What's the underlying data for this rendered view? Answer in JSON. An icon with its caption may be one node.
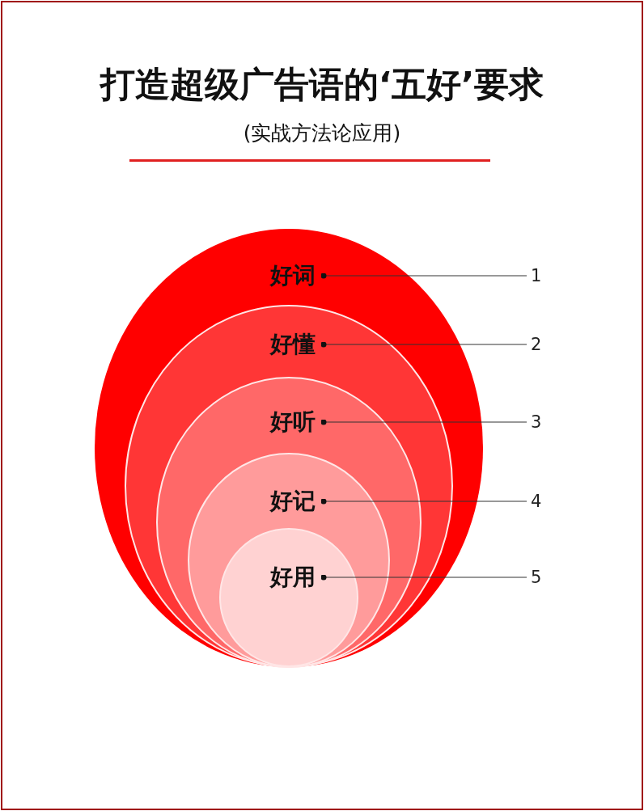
{
  "diagram": {
    "title": "打造超级广告语的‘五好’要求",
    "caption": "(实战方法论应用)",
    "nodes": [
      {
        "text": [
          "好词"
        ]
      },
      {
        "text": [
          "好懂"
        ],
        "in": 0
      },
      {
        "text": [
          "好听"
        ],
        "in": 1
      },
      {
        "text": [
          "好记"
        ],
        "in": 2
      },
      {
        "text": [
          "好用"
        ],
        "in": 3
      },
      {
        "text": [
          "1"
        ]
      },
      {
        "text": [
          "2"
        ]
      },
      {
        "text": [
          "3"
        ]
      },
      {
        "text": [
          "4"
        ]
      },
      {
        "text": [
          "5"
        ]
      }
    ],
    "edges": [
      {
        "from": 5,
        "to": 0,
        "arrow": "other"
      },
      {
        "from": 6,
        "to": 1,
        "arrow": "other"
      },
      {
        "from": 7,
        "to": 2,
        "arrow": "other"
      },
      {
        "from": 8,
        "to": 3,
        "arrow": "other"
      },
      {
        "from": 9,
        "to": 4,
        "arrow": "other"
      }
    ]
  }
}
